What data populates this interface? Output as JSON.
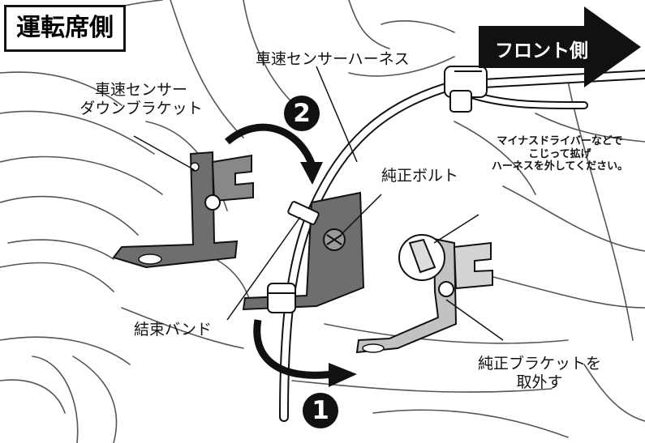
{
  "labels": {
    "driver_side": "運転席側",
    "front_side": "フロント側",
    "speed_sensor_harness": "車速センサーハーネス",
    "down_bracket_line1": "車速センサー",
    "down_bracket_line2": "ダウンブラケット",
    "oem_bolt": "純正ボルト",
    "cable_tie": "結束バンド",
    "note_line1": "マイナスドライバーなどで",
    "note_line2": "こじって拡げ",
    "note_line3": "ハーネスを外してください。",
    "remove_line1": "純正ブラケットを",
    "remove_line2": "取外す"
  },
  "steps": {
    "step1": "1",
    "step2": "2"
  },
  "colors": {
    "ink": "#111111",
    "bracket_dark": "#6e6e6e",
    "bracket_light": "#c2c2c2",
    "paper": "#ffffff"
  }
}
